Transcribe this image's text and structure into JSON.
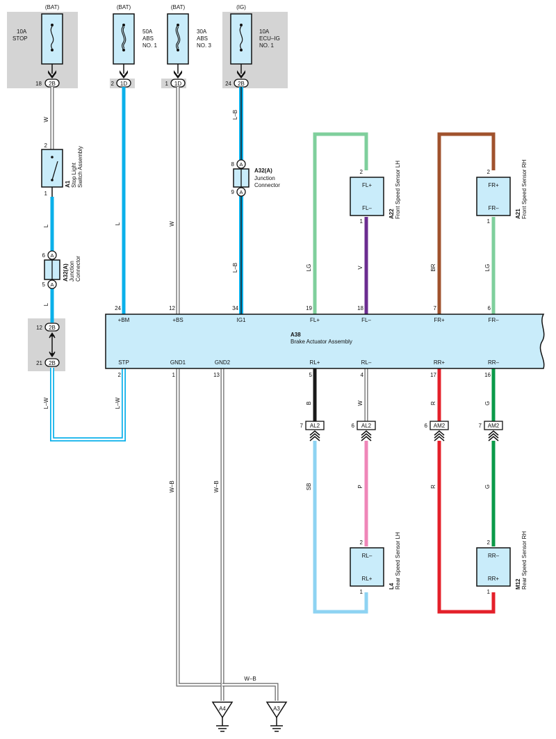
{
  "fuses": [
    {
      "source": "(BAT)",
      "rating": "10A",
      "name1": "STOP",
      "name2": "",
      "name3": "",
      "type": "fuse",
      "pin": "18",
      "conn": "2B"
    },
    {
      "source": "(BAT)",
      "rating": "50A",
      "name1": "ABS",
      "name2": "NO. 1",
      "name3": "",
      "type": "fusible",
      "pin": "2",
      "conn": "1D"
    },
    {
      "source": "(BAT)",
      "rating": "30A",
      "name1": "ABS",
      "name2": "NO. 3",
      "name3": "",
      "type": "fusible",
      "pin": "1",
      "conn": "1D"
    },
    {
      "source": "(IG)",
      "rating": "10A",
      "name1": "ECU–IG",
      "name2": "NO. 1",
      "name3": "",
      "type": "fuse",
      "pin": "24",
      "conn": "2B"
    }
  ],
  "stop_switch": {
    "id": "A1",
    "name1": "Stop Light",
    "name2": "Switch Assembly",
    "pin_top": "2",
    "pin_bottom": "1"
  },
  "junction_left": {
    "id": "A32(A)",
    "name1": "Junction",
    "name2": "Connector",
    "pin_top": "6",
    "pin_bottom": "5",
    "letter": "A"
  },
  "junction_ig": {
    "id": "A32(A)",
    "name1": "Junction",
    "name2": "Connector",
    "pin_top": "8",
    "pin_bottom": "9",
    "letter": "A"
  },
  "joint_2b": {
    "conn": "2B",
    "pin_top": "12",
    "pin_bottom": "21"
  },
  "actuator": {
    "id": "A38",
    "name": "Brake Actuator Assembly",
    "top_terminals": [
      {
        "label": "+BM",
        "pin": "24"
      },
      {
        "label": "+BS",
        "pin": "12"
      },
      {
        "label": "IG1",
        "pin": "34"
      },
      {
        "label": "FL+",
        "pin": "19"
      },
      {
        "label": "FL–",
        "pin": "18"
      },
      {
        "label": "FR+",
        "pin": "7"
      },
      {
        "label": "FR–",
        "pin": "6"
      }
    ],
    "bottom_terminals": [
      {
        "label": "STP",
        "pin": "2"
      },
      {
        "label": "GND1",
        "pin": "1"
      },
      {
        "label": "GND2",
        "pin": "13"
      },
      {
        "label": "RL+",
        "pin": "5"
      },
      {
        "label": "RL–",
        "pin": "4"
      },
      {
        "label": "RR+",
        "pin": "17"
      },
      {
        "label": "RR–",
        "pin": "16"
      }
    ]
  },
  "sensors": [
    {
      "id": "A22",
      "name": "Front Speed Sensor LH",
      "top_label": "FL+",
      "bottom_label": "FL–",
      "pin_top": "2",
      "pin_bottom": "1"
    },
    {
      "id": "A21",
      "name": "Front Speed Sensor RH",
      "top_label": "FR+",
      "bottom_label": "FR–",
      "pin_top": "2",
      "pin_bottom": "1"
    },
    {
      "id": "L4",
      "name": "Rear Speed Sensor LH",
      "top_label": "RL–",
      "bottom_label": "RL+",
      "pin_top": "2",
      "pin_bottom": "1"
    },
    {
      "id": "M12",
      "name": "Rear Speed Sensor RH",
      "top_label": "RR–",
      "bottom_label": "RR+",
      "pin_top": "2",
      "pin_bottom": "1"
    }
  ],
  "inline_connectors": [
    {
      "pin": "7",
      "conn": "AL2"
    },
    {
      "pin": "6",
      "conn": "AL2"
    },
    {
      "pin": "6",
      "conn": "AM2"
    },
    {
      "pin": "7",
      "conn": "AM2"
    }
  ],
  "grounds": [
    {
      "id": "A4"
    },
    {
      "id": "A3"
    }
  ],
  "wire_labels": {
    "w_stop": "W",
    "l_switch": "L",
    "l_junction": "L",
    "lw_left": "L–W",
    "l_bm": "L",
    "lw_stp": "L–W",
    "w_bs": "W",
    "lb_top": "L–B",
    "lb_bottom": "L–B",
    "lg_fl": "LG",
    "v_fl": "V",
    "br_fr": "BR",
    "lg_fr": "LG",
    "b_rl": "B",
    "w_rl": "W",
    "r_rr": "R",
    "g_rr": "G",
    "wb_gnd1": "W–B",
    "wb_gnd2": "W–B",
    "wb_a3": "W–B",
    "sb_rl": "SB",
    "p_rl": "P",
    "r_rr2": "R",
    "g_rr2": "G"
  },
  "colors": {
    "L": "#0ab0ea",
    "LG": "#7fcf9c",
    "V": "#6b2d90",
    "BR": "#a0522d",
    "B": "#1a1a1a",
    "R": "#e4202a",
    "G": "#0a9a48",
    "SB": "#8ed3f2",
    "P": "#ef86b8",
    "W": "#ffffff",
    "W_outline": "#666666",
    "component_fill": "#c9ecfa",
    "fuse_box_bg": "#d4d4d4"
  }
}
